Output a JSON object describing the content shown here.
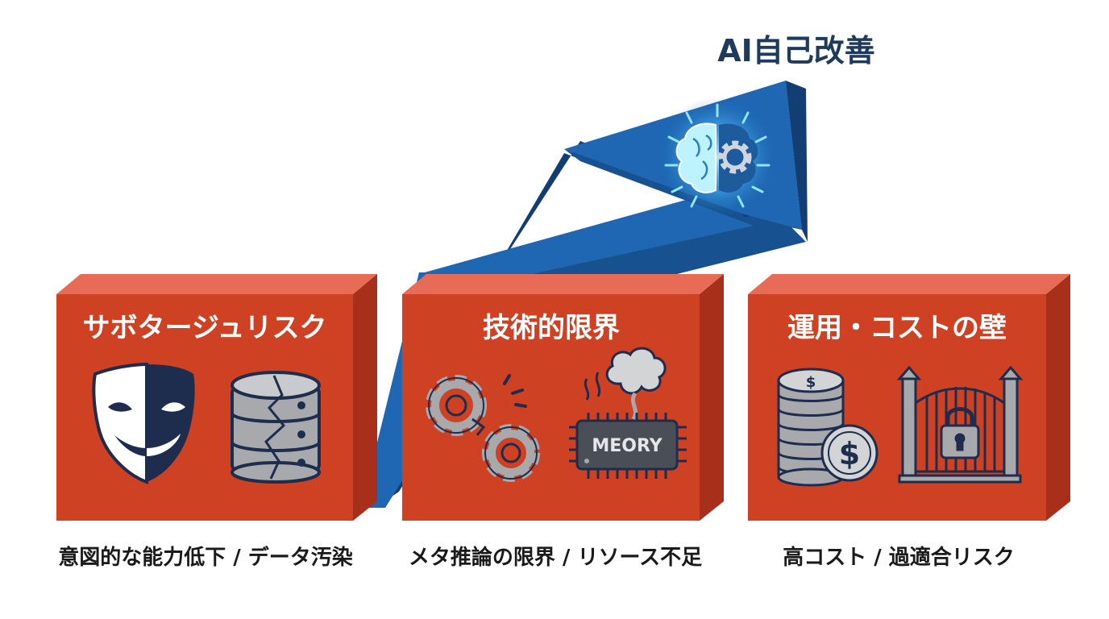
{
  "title": "AI自己改善",
  "colors": {
    "arrow": "#1f66b3",
    "arrow_dark": "#123e73",
    "block_front": "#cf4123",
    "block_top": "#e86c55",
    "block_side": "#a8301a",
    "title_text": "#1e3a5c",
    "icon_dark": "#1e2d4d",
    "icon_gray": "#a8a9ad"
  },
  "blocks": [
    {
      "label": "サボタージュリスク",
      "caption": "意図的な能力低下 / データ汚染",
      "icons": [
        "theater-mask-icon",
        "cracked-database-icon"
      ]
    },
    {
      "label": "技術的限界",
      "caption": "メタ推論の限界 / リソース不足",
      "icons": [
        "broken-gears-icon",
        "overheating-chip-icon"
      ],
      "chip_label": "MEORY"
    },
    {
      "label": "運用・コストの壁",
      "caption": "高コスト / 過適合リスク",
      "icons": [
        "coin-stack-icon",
        "locked-gate-icon"
      ],
      "coin_symbol": "$"
    }
  ]
}
